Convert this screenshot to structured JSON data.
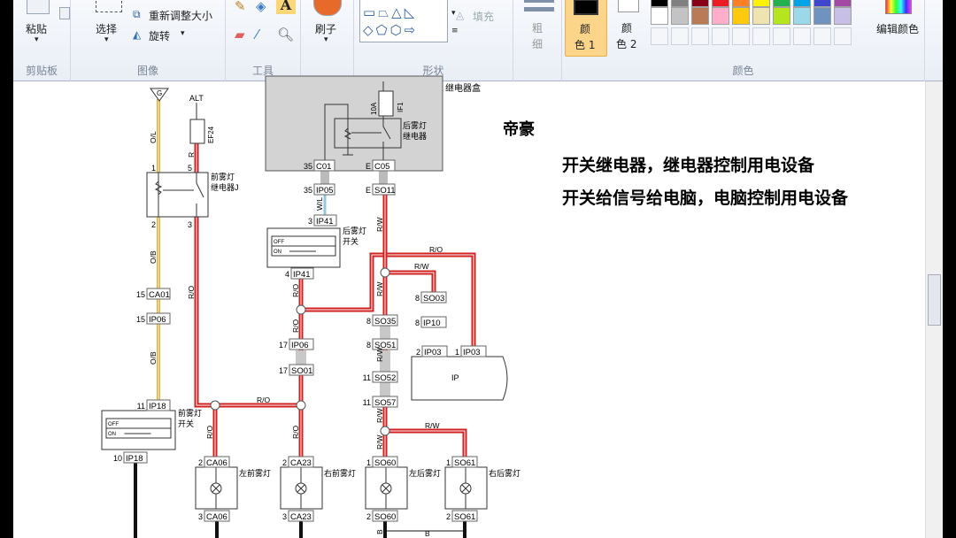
{
  "ribbon": {
    "clipboard": {
      "paste": "粘贴",
      "group": "剪贴板"
    },
    "image": {
      "select": "选择",
      "resize": "重新调整大小",
      "rotate": "旋转",
      "group": "图像"
    },
    "tools": {
      "group": "工具"
    },
    "brushes": {
      "label": "刷子"
    },
    "shapes": {
      "fill": "填充",
      "group": "形状"
    },
    "size": {
      "label1": "粗",
      "label2": "细"
    },
    "colors": {
      "color1_a": "颜",
      "color1_b": "色 1",
      "color2_a": "颜",
      "color2_b": "色 2",
      "edit": "编辑颜色",
      "group": "颜色",
      "color1_value": "#000000",
      "color2_value": "#ffffff",
      "palette_row1": [
        "#000000",
        "#7f7f7f",
        "#880015",
        "#ed1c24",
        "#ff7f27",
        "#fff200",
        "#22b14c",
        "#00a2e8",
        "#3f48cc",
        "#a349a4"
      ],
      "palette_row2": [
        "#ffffff",
        "#c3c3c3",
        "#b97a57",
        "#ffaec9",
        "#ffc90e",
        "#efe4b0",
        "#b5e61d",
        "#99d9ea",
        "#7092be",
        "#c8bfe7"
      ]
    }
  },
  "notes": {
    "title": "帝豪",
    "line1": "开关继电器，继电器控制用电设备",
    "line2": "开关给信号给电脑，电脑控制用电设备"
  },
  "diagram": {
    "ground": "G",
    "alt": "ALT",
    "fuse_ef24": "EF24",
    "fuse_if1": "IF1",
    "fuse_10a": "10A",
    "relay_box": "继电器盒",
    "rear_relay": [
      "后雾灯",
      "继电器"
    ],
    "front_relay": [
      "前雾灯",
      "继电器J"
    ],
    "rear_switch": [
      "后雾灯",
      "开关"
    ],
    "front_switch": [
      "前雾灯",
      "开关"
    ],
    "off": "OFF",
    "on": "ON",
    "relay_pins": [
      "1",
      "5",
      "2",
      "3"
    ],
    "ecu": "IP",
    "lamps": [
      "左前雾灯",
      "右前雾灯",
      "左后雾灯",
      "右后雾灯"
    ],
    "connectors": [
      {
        "pin": "35",
        "id": "C01"
      },
      {
        "pin": "E",
        "id": "C05"
      },
      {
        "pin": "35",
        "id": "IP05"
      },
      {
        "pin": "E",
        "id": "SO11"
      },
      {
        "pin": "3",
        "id": "IP41"
      },
      {
        "pin": "4",
        "id": "IP41"
      },
      {
        "pin": "15",
        "id": "CA01"
      },
      {
        "pin": "15",
        "id": "IP06"
      },
      {
        "pin": "11",
        "id": "IP18"
      },
      {
        "pin": "10",
        "id": "IP18"
      },
      {
        "pin": "17",
        "id": "IP06"
      },
      {
        "pin": "17",
        "id": "SO01"
      },
      {
        "pin": "8",
        "id": "SO35"
      },
      {
        "pin": "8",
        "id": "SO51"
      },
      {
        "pin": "11",
        "id": "SO52"
      },
      {
        "pin": "11",
        "id": "SO57"
      },
      {
        "pin": "8",
        "id": "SO03"
      },
      {
        "pin": "8",
        "id": "IP10"
      },
      {
        "pin": "2",
        "id": "IP03"
      },
      {
        "pin": "1",
        "id": "IP03"
      },
      {
        "pin": "2",
        "id": "CA06"
      },
      {
        "pin": "2",
        "id": "CA23"
      },
      {
        "pin": "1",
        "id": "SO60"
      },
      {
        "pin": "1",
        "id": "SO61"
      },
      {
        "pin": "3",
        "id": "CA06"
      },
      {
        "pin": "3",
        "id": "CA23"
      },
      {
        "pin": "2",
        "id": "SO60"
      },
      {
        "pin": "2",
        "id": "SO61"
      }
    ],
    "wire_labels": [
      "O/L",
      "R",
      "O/B",
      "O/B",
      "R/O",
      "W/L",
      "R/W",
      "R/O",
      "R/O",
      "R/O",
      "R/W",
      "R/O",
      "R/O",
      "R/O",
      "R/W",
      "R/W",
      "R/W",
      "R/W",
      "R/W",
      "B",
      "B"
    ],
    "wire_colors": {
      "red": "#e8312a",
      "orange_yellow": "#e3b24a",
      "blue": "#8cc8e8",
      "black": "#111111"
    }
  }
}
